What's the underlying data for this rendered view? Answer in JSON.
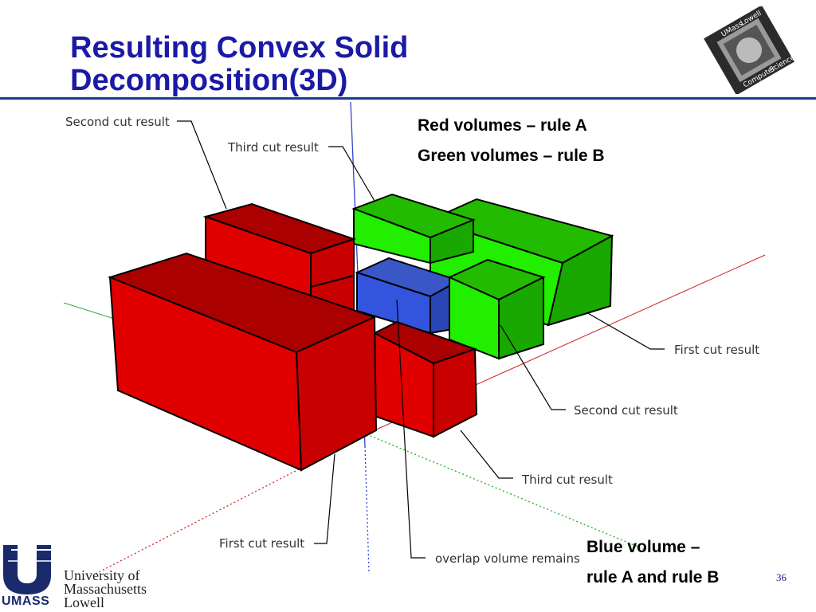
{
  "slide": {
    "title_line1": "Resulting Convex Solid",
    "title_line2": "Decomposition(3D)",
    "page_number": "36"
  },
  "legend": {
    "red": "Red volumes – rule A",
    "green": "Green volumes – rule B",
    "blue_line1": "Blue volume –",
    "blue_line2": "rule A and rule B"
  },
  "callouts": {
    "second_cut_left": "Second cut result",
    "third_cut_top": "Third cut result",
    "first_cut_right": "First cut result",
    "second_cut_right": "Second cut result",
    "third_cut_right": "Third cut result",
    "first_cut_bottom": "First cut result",
    "overlap": "overlap volume remains"
  },
  "logo": {
    "line1": "University of",
    "line2": "Massachusetts",
    "line3": "Lowell",
    "wordmark": "UMASS",
    "chip_top": "UMass",
    "chip_right": "Lowell",
    "chip_bottom": "Computer",
    "chip_side": "Science"
  },
  "colors": {
    "title": "#1a1aa6",
    "red_volume": "#e00000",
    "green_volume": "#22ee00",
    "blue_volume": "#3355dd"
  }
}
